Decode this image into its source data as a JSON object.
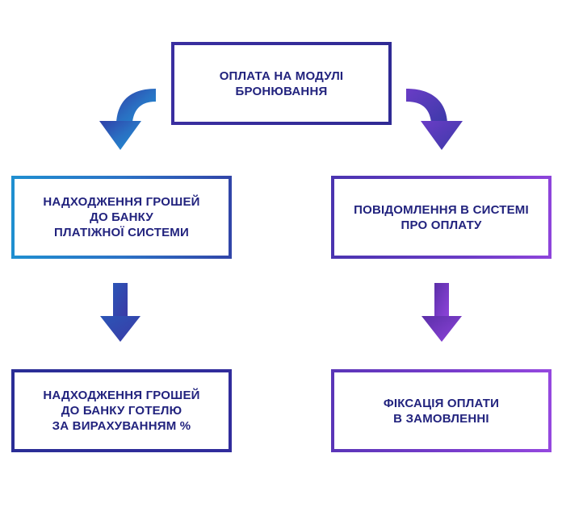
{
  "nodes": {
    "top": "ОПЛАТА НА МОДУЛІ\nБРОНЮВАННЯ",
    "left1": "НАДХОДЖЕННЯ ГРОШЕЙ\nДО БАНКУ\nПЛАТІЖНОЇ СИСТЕМИ",
    "right1": "ПОВІДОМЛЕННЯ В СИСТЕМІ\nПРО ОПЛАТУ",
    "left2": "НАДХОДЖЕННЯ ГРОШЕЙ\nДО БАНКУ ГОТЕЛЮ\nЗА ВИРАХУВАННЯМ %",
    "right2": "ФІКСАЦІЯ ОПЛАТИ\nВ ЗАМОВЛЕННІ"
  },
  "colors": {
    "text": "#22237e",
    "blue_accent": "#1f8fd0",
    "indigo": "#2f2a94",
    "violet": "#8e44db"
  }
}
